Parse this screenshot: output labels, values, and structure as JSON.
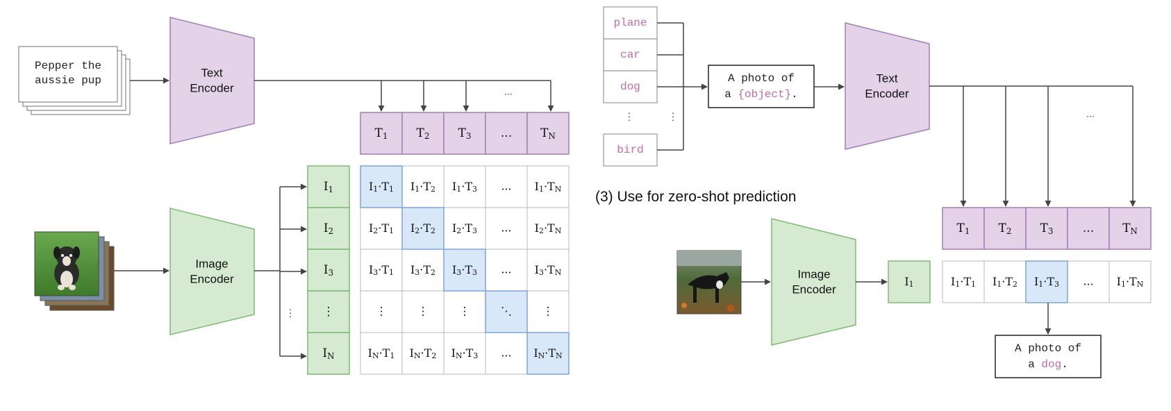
{
  "colors": {
    "encoder_text_fill": "#e3d2e8",
    "encoder_text_stroke": "#a27eb6",
    "encoder_image_fill": "#d6ead1",
    "encoder_image_stroke": "#7fba74",
    "highlight_fill": "#d8e8f8",
    "highlight_stroke": "#7ea6d6",
    "object_text": "#c46aa8",
    "line": "#444444",
    "grid": "#b8b8b8"
  },
  "left": {
    "text_input_line1": "Pepper the",
    "text_input_line2": "aussie pup",
    "text_encoder_line1": "Text",
    "text_encoder_line2": "Encoder",
    "image_encoder_line1": "Image",
    "image_encoder_line2": "Encoder",
    "image_input_icon": "dog-photo-stack",
    "arrow_ellipsis": "...",
    "text_embeddings": [
      "T",
      "T",
      "T",
      "...",
      "T"
    ],
    "text_embedding_subs": [
      "1",
      "2",
      "3",
      "",
      "N"
    ],
    "image_embeddings": [
      "I",
      "I",
      "I",
      "⋮",
      "I"
    ],
    "image_embedding_subs": [
      "1",
      "2",
      "3",
      "",
      "N"
    ],
    "side_ellipsis": "⋮",
    "matrix": [
      [
        [
          "I",
          "1",
          "T",
          "1"
        ],
        [
          "I",
          "1",
          "T",
          "2"
        ],
        [
          "I",
          "1",
          "T",
          "3"
        ],
        [
          "..."
        ],
        [
          "I",
          "1",
          "T",
          "N"
        ]
      ],
      [
        [
          "I",
          "2",
          "T",
          "1"
        ],
        [
          "I",
          "2",
          "T",
          "2"
        ],
        [
          "I",
          "2",
          "T",
          "3"
        ],
        [
          "..."
        ],
        [
          "I",
          "2",
          "T",
          "N"
        ]
      ],
      [
        [
          "I",
          "3",
          "T",
          "1"
        ],
        [
          "I",
          "3",
          "T",
          "2"
        ],
        [
          "I",
          "3",
          "T",
          "3"
        ],
        [
          "..."
        ],
        [
          "I",
          "3",
          "T",
          "N"
        ]
      ],
      [
        [
          "⋮"
        ],
        [
          "⋮"
        ],
        [
          "⋮"
        ],
        [
          "⋱"
        ],
        [
          "⋮"
        ]
      ],
      [
        [
          "I",
          "N",
          "T",
          "1"
        ],
        [
          "I",
          "N",
          "T",
          "2"
        ],
        [
          "I",
          "N",
          "T",
          "3"
        ],
        [
          "..."
        ],
        [
          "I",
          "N",
          "T",
          "N"
        ]
      ]
    ],
    "highlighted_cells": [
      [
        0,
        0
      ],
      [
        1,
        1
      ],
      [
        2,
        2
      ],
      [
        3,
        3
      ],
      [
        4,
        4
      ]
    ]
  },
  "right": {
    "labels": [
      "plane",
      "car",
      "dog",
      "bird"
    ],
    "label_ellipsis": "⋮",
    "template_line1": "A photo of",
    "template_prefix": "a ",
    "template_object": "{object}",
    "template_suffix": ".",
    "text_encoder_line1": "Text",
    "text_encoder_line2": "Encoder",
    "image_encoder_line1": "Image",
    "image_encoder_line2": "Encoder",
    "image_input_icon": "dog-photo",
    "section_title": "(3) Use for zero-shot prediction",
    "arrow_ellipsis": "...",
    "text_embeddings": [
      "T",
      "T",
      "T",
      "...",
      "T"
    ],
    "text_embedding_subs": [
      "1",
      "2",
      "3",
      "",
      "N"
    ],
    "image_embedding": "I",
    "image_embedding_sub": "1",
    "scores": [
      [
        "I",
        "1",
        "T",
        "1"
      ],
      [
        "I",
        "1",
        "T",
        "2"
      ],
      [
        "I",
        "1",
        "T",
        "3"
      ],
      [
        "..."
      ],
      [
        "I",
        "1",
        "T",
        "N"
      ]
    ],
    "highlighted_score": 2,
    "output_line1": "A photo of",
    "output_prefix": "a ",
    "output_object": "dog",
    "output_suffix": "."
  }
}
